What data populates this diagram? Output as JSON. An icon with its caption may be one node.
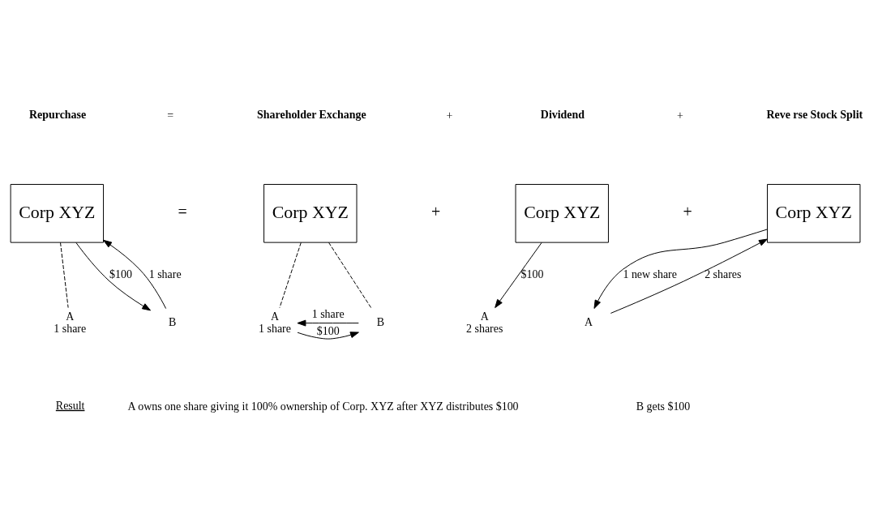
{
  "diagram": {
    "nodes": [
      {
        "text": [
          "Corp XYZ"
        ]
      },
      {
        "text": [
          "A"
        ],
        "beside": [
          "1 share"
        ]
      },
      {
        "text": [
          "B"
        ]
      },
      {
        "text": [
          "Corp XYZ"
        ]
      },
      {
        "text": [
          "A"
        ],
        "beside": [
          "1 share"
        ]
      },
      {
        "text": [
          "B"
        ]
      },
      {
        "text": [
          "Corp XYZ"
        ]
      },
      {
        "text": [
          "A"
        ],
        "beside": [
          "2 shares"
        ]
      },
      {
        "text": [
          "Corp XYZ"
        ]
      },
      {
        "text": [
          "A"
        ]
      }
    ],
    "edges": [
      {
        "from": 0,
        "to": 1,
        "arrow": "none",
        "style": "dashed"
      },
      {
        "from": 2,
        "to": 0,
        "arrow": "to",
        "label": "1 share"
      },
      {
        "from": 0,
        "to": 2,
        "arrow": "to",
        "label": "$100"
      },
      {
        "from": 3,
        "to": 4,
        "arrow": "none",
        "style": "dashed"
      },
      {
        "from": 3,
        "to": 5,
        "arrow": "none",
        "style": "dashed"
      },
      {
        "from": 5,
        "to": 4,
        "arrow": "to",
        "label": "1 share"
      },
      {
        "from": 4,
        "to": 5,
        "arrow": "to",
        "label": "$100"
      },
      {
        "from": 6,
        "to": 7,
        "arrow": "to",
        "label": "$100"
      },
      {
        "from": 9,
        "to": 8,
        "arrow": "to",
        "label": "2 shares"
      },
      {
        "from": 8,
        "to": 9,
        "arrow": "to",
        "label": "1 new share"
      }
    ],
    "labels": [
      "Repurchase",
      "=",
      "Shareholder Exchange",
      "+",
      "Dividend",
      "+",
      "Reve rse Stock Split",
      "=",
      "+",
      "+",
      "Result",
      "A owns one share giving it 100% ownership of Corp. XYZ after XYZ distributes $100",
      "B gets $100"
    ]
  }
}
